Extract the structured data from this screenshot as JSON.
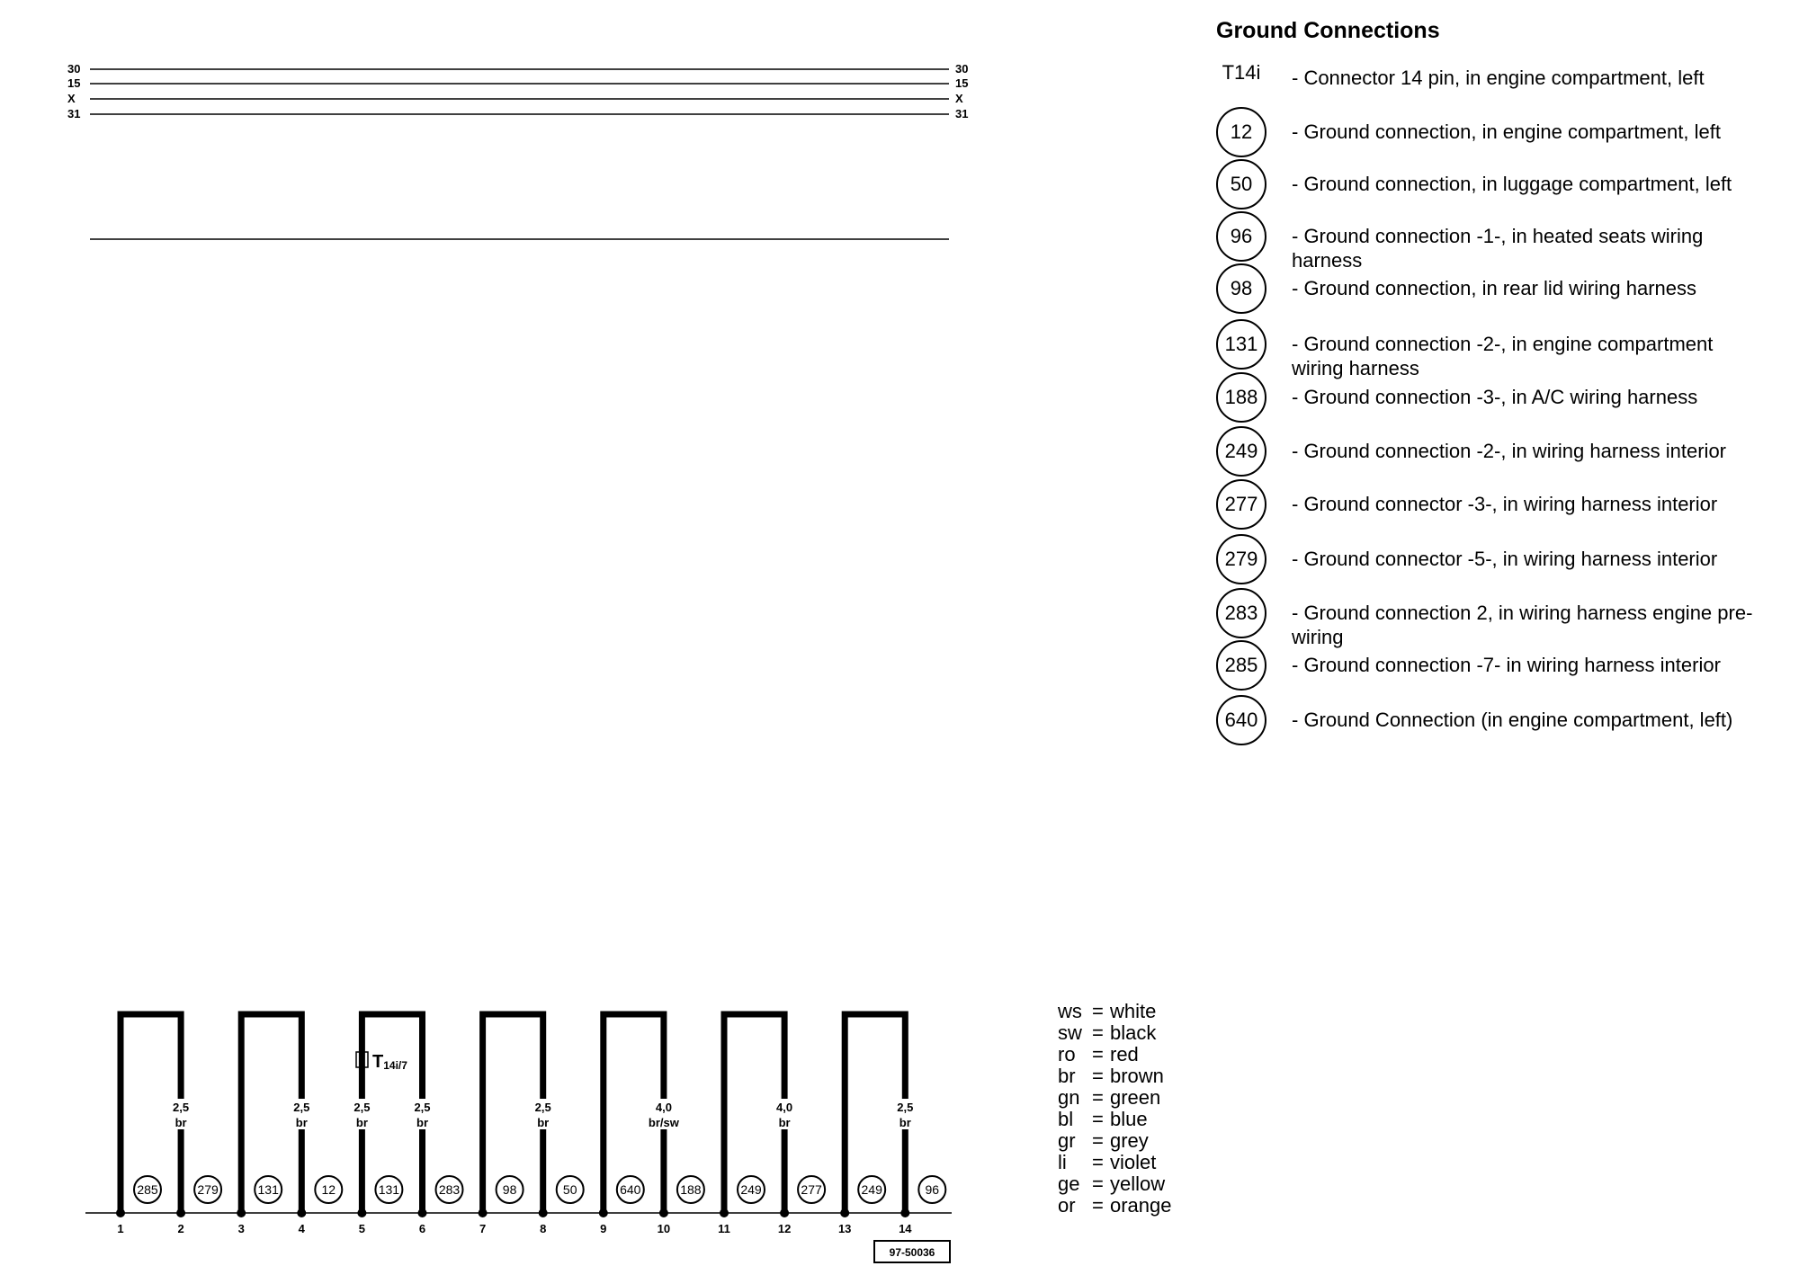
{
  "bus": {
    "labels": [
      "30",
      "15",
      "X",
      "31"
    ]
  },
  "connector": {
    "name": "T14i",
    "pin_ref": "14i/7",
    "pins": [
      "1",
      "2",
      "3",
      "4",
      "5",
      "6",
      "7",
      "8",
      "9",
      "10",
      "11",
      "12",
      "13",
      "14"
    ]
  },
  "wire_labels": [
    {
      "pin": "2",
      "size": "2,5",
      "color": "br"
    },
    {
      "pin": "4",
      "size": "2,5",
      "color": "br"
    },
    {
      "pin": "5",
      "size": "2,5",
      "color": "br"
    },
    {
      "pin": "6",
      "size": "2,5",
      "color": "br"
    },
    {
      "pin": "8",
      "size": "2,5",
      "color": "br"
    },
    {
      "pin": "10",
      "size": "4,0",
      "color": "br/sw"
    },
    {
      "pin": "12",
      "size": "4,0",
      "color": "br"
    },
    {
      "pin": "14",
      "size": "2,5",
      "color": "br"
    }
  ],
  "ground_points": [
    "285",
    "279",
    "131",
    "12",
    "131",
    "283",
    "98",
    "50",
    "640",
    "188",
    "249",
    "277",
    "249",
    "96"
  ],
  "drawing_id": "97-50036",
  "legend": {
    "title": "Ground Connections",
    "items": [
      {
        "key": "T14i",
        "circled": false,
        "text": "- Connector 14 pin, in engine compartment, left"
      },
      {
        "key": "12",
        "circled": true,
        "text": "- Ground connection, in engine compartment, left"
      },
      {
        "key": "50",
        "circled": true,
        "text": "- Ground connection, in luggage compartment, left"
      },
      {
        "key": "96",
        "circled": true,
        "text": "- Ground connection -1-, in heated seats wiring harness"
      },
      {
        "key": "98",
        "circled": true,
        "text": "- Ground connection, in rear lid wiring harness"
      },
      {
        "key": "131",
        "circled": true,
        "text": "- Ground connection -2-, in engine compartment wiring harness"
      },
      {
        "key": "188",
        "circled": true,
        "text": "- Ground connection -3-, in A/C wiring harness"
      },
      {
        "key": "249",
        "circled": true,
        "text": "- Ground connection -2-, in wiring harness interior"
      },
      {
        "key": "277",
        "circled": true,
        "text": "- Ground connector -3-, in wiring harness interior"
      },
      {
        "key": "279",
        "circled": true,
        "text": "- Ground connector -5-, in wiring harness interior"
      },
      {
        "key": "283",
        "circled": true,
        "text": "- Ground connection 2, in wiring harness engine pre-wiring"
      },
      {
        "key": "285",
        "circled": true,
        "text": "- Ground connection -7- in wiring harness interior"
      },
      {
        "key": "640",
        "circled": true,
        "text": "- Ground Connection (in engine compartment, left)"
      }
    ]
  },
  "color_codes": [
    {
      "code": "ws",
      "name": "white"
    },
    {
      "code": "sw",
      "name": "black"
    },
    {
      "code": "ro",
      "name": "red"
    },
    {
      "code": "br",
      "name": "brown"
    },
    {
      "code": "gn",
      "name": "green"
    },
    {
      "code": "bl",
      "name": "blue"
    },
    {
      "code": "gr",
      "name": "grey"
    },
    {
      "code": "li",
      "name": "violet"
    },
    {
      "code": "ge",
      "name": "yellow"
    },
    {
      "code": "or",
      "name": "orange"
    }
  ]
}
